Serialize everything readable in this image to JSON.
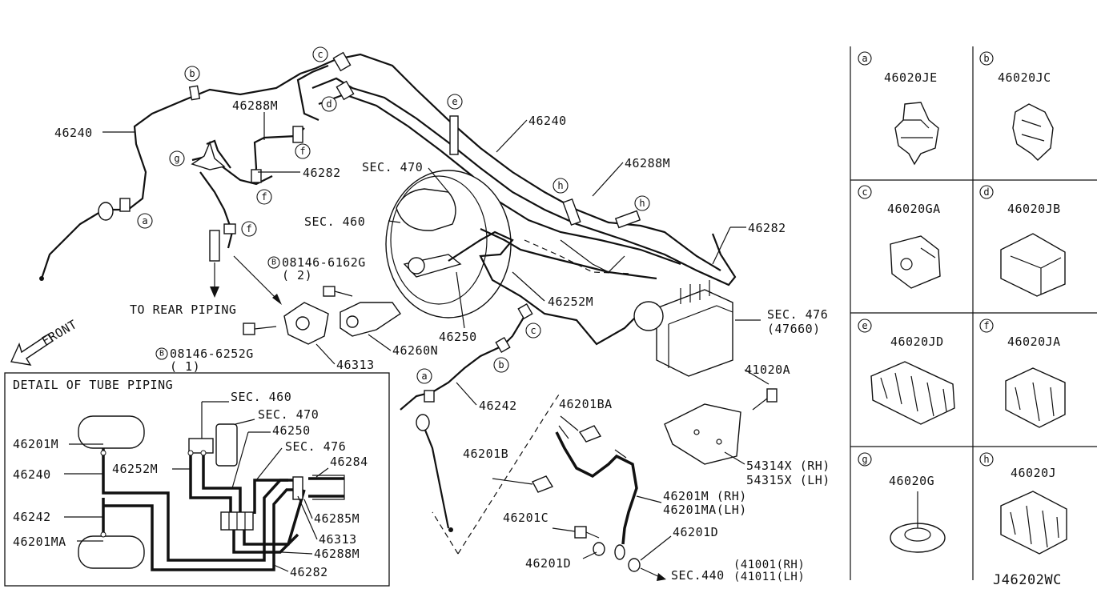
{
  "diagram_id": "J46202WC",
  "to_rear_piping": "TO REAR PIPING",
  "front": "FRONT",
  "detail_title": "DETAIL OF TUBE PIPING",
  "main_labels": {
    "p46240_left": "46240",
    "p46288m_top": "46288M",
    "p46282_top": "46282",
    "p46240_mid": "46240",
    "p46288m_right": "46288M",
    "p46282_right": "46282",
    "sec470": "SEC. 470",
    "sec460": "SEC. 460",
    "p46252m": "46252M",
    "p46250": "46250",
    "sec476": "SEC. 476",
    "sec476_sub": "(47660)",
    "p46260n": "46260N",
    "p46313": "46313",
    "bolt1": "08146-6162G",
    "bolt1_qty": "( 2)",
    "bolt2": "08146-6252G",
    "bolt2_qty": "( 1)",
    "bolt_symbol": "B",
    "p46242": "46242",
    "p41020a": "41020A",
    "p46201ba": "46201BA",
    "p46201b": "46201B",
    "p54314x": "54314X (RH)",
    "p54315x": "54315X (LH)",
    "p46201m": "46201M (RH)",
    "p46201ma": "46201MA(LH)",
    "p46201c": "46201C",
    "p46201d_a": "46201D",
    "p46201d_b": "46201D",
    "sec440": "SEC.440",
    "sec440_rh": "(41001(RH)",
    "sec440_lh": "(41011(LH)"
  },
  "clip_markers": [
    "a",
    "b",
    "c",
    "d",
    "e",
    "f",
    "g",
    "h"
  ],
  "detail_labels": {
    "sec460": "SEC. 460",
    "sec470": "SEC. 470",
    "p46250": "46250",
    "sec476": "SEC. 476",
    "p46284": "46284",
    "p46201m": "46201M",
    "p46252m": "46252M",
    "p46240": "46240",
    "p46285m": "46285M",
    "p46242": "46242",
    "p46313": "46313",
    "p46201ma": "46201MA",
    "p46288m": "46288M",
    "p46282": "46282"
  },
  "clips": [
    {
      "letter": "a",
      "part": "46020JE"
    },
    {
      "letter": "b",
      "part": "46020JC"
    },
    {
      "letter": "c",
      "part": "46020GA"
    },
    {
      "letter": "d",
      "part": "46020JB"
    },
    {
      "letter": "e",
      "part": "46020JD"
    },
    {
      "letter": "f",
      "part": "46020JA"
    },
    {
      "letter": "g",
      "part": "46020G"
    },
    {
      "letter": "h",
      "part": "46020J"
    }
  ]
}
